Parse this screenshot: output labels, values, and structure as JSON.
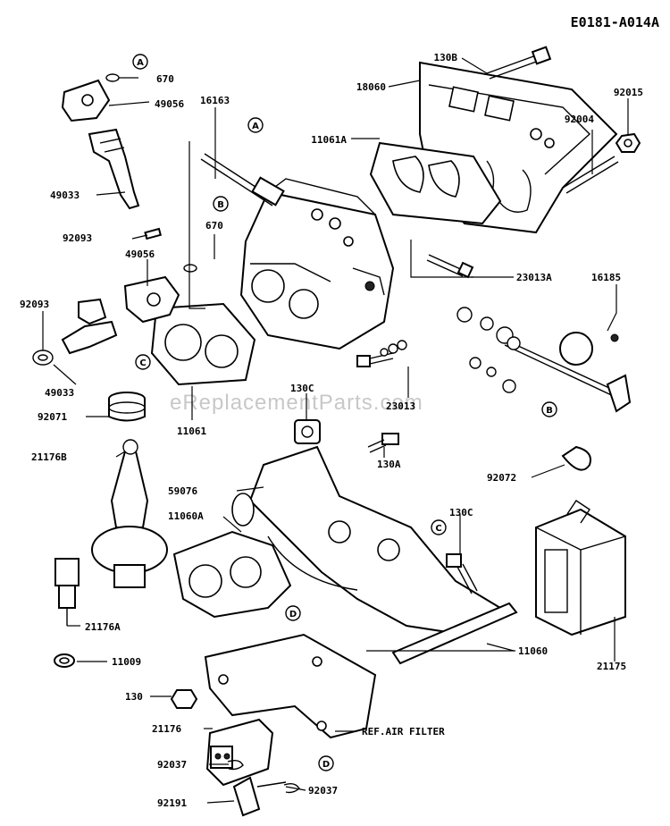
{
  "diagram_code": "E0181-A014A",
  "watermark": "eReplacementParts.com",
  "ref_air_filter": "REF.AIR FILTER",
  "labels": {
    "p130B": "130B",
    "p18060": "18060",
    "p92015": "92015",
    "p670_top": "670",
    "p49056_top": "49056",
    "p16163": "16163",
    "p11061A": "11061A",
    "p92004": "92004",
    "p49033_top": "49033",
    "p92093_top": "92093",
    "p670_mid": "670",
    "p49056_mid": "49056",
    "p23013A": "23013A",
    "p16185": "16185",
    "p92093_left": "92093",
    "p49033_left": "49033",
    "p11061": "11061",
    "p130C_top": "130C",
    "p92071": "92071",
    "p23013": "23013",
    "p21176B": "21176B",
    "p130A": "130A",
    "p92072": "92072",
    "p59076": "59076",
    "p11060A": "11060A",
    "p130C_mid": "130C",
    "p21176A": "21176A",
    "p11009": "11009",
    "p11060": "11060",
    "p21175": "21175",
    "p130": "130",
    "p21176": "21176",
    "p92037_left": "92037",
    "p92037_right": "92037",
    "p92191": "92191"
  },
  "ref_markers": [
    "A",
    "B",
    "C",
    "D"
  ]
}
